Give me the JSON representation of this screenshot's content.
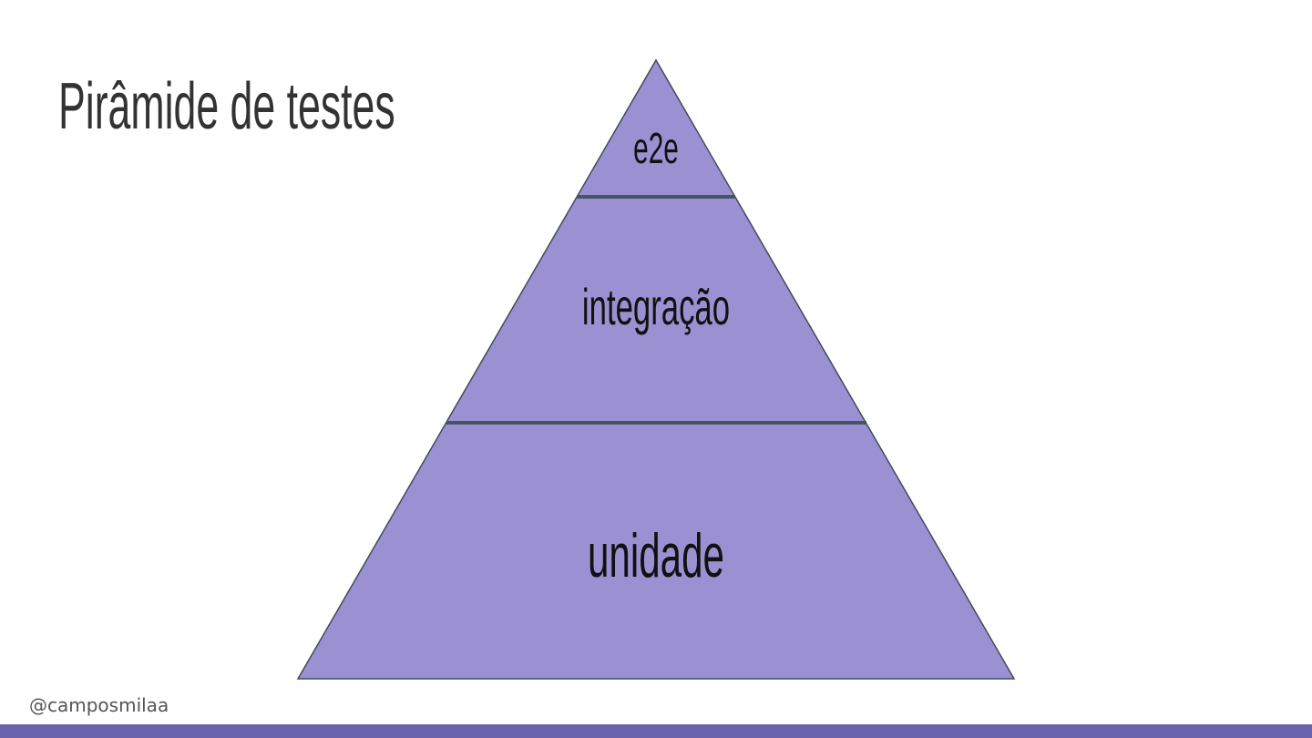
{
  "slide": {
    "title": "Pirâmide de testes",
    "handle": "@camposmilaa"
  },
  "pyramid": {
    "layers": [
      {
        "label": "e2e"
      },
      {
        "label": "integração"
      },
      {
        "label": "unidade"
      }
    ]
  },
  "colors": {
    "pyramid_fill": "#9b91d2",
    "pyramid_stroke": "#3f4a5c",
    "divider": "#475466",
    "footer_bar": "#6b64ad",
    "title_text": "#333333",
    "label_text": "#111111"
  }
}
